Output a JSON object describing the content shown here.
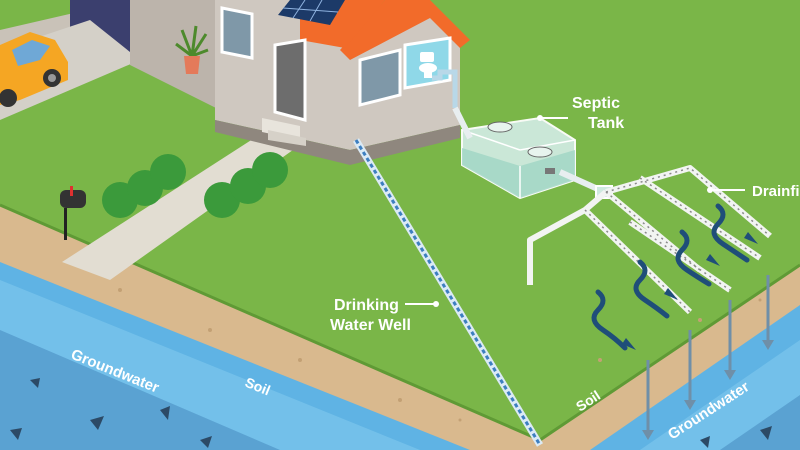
{
  "labels": {
    "septic_line1": "Septic",
    "septic_line2": "Tank",
    "drainfield": "Drainfi",
    "well_line1": "Drinking",
    "well_line2": "Water Well",
    "groundwater_left": "Groundwater",
    "groundwater_right": "Groundwater",
    "soil_left": "Soil",
    "soil_right": "Soil"
  },
  "colors": {
    "lawn": "#7ab648",
    "soil": "#d9b98e",
    "groundwater": "#5fb3e4",
    "pipe": "#f2f4f2",
    "flow_arrow": "#1f4e79",
    "house_wall": "#cfc8c0",
    "roof": "#f26b2a",
    "car": "#f5a623",
    "label_text": "#ffffff"
  },
  "icons": [
    "mailbox-icon",
    "potted-plant-icon",
    "toilet-icon",
    "car-icon",
    "solar-panel-icon"
  ]
}
